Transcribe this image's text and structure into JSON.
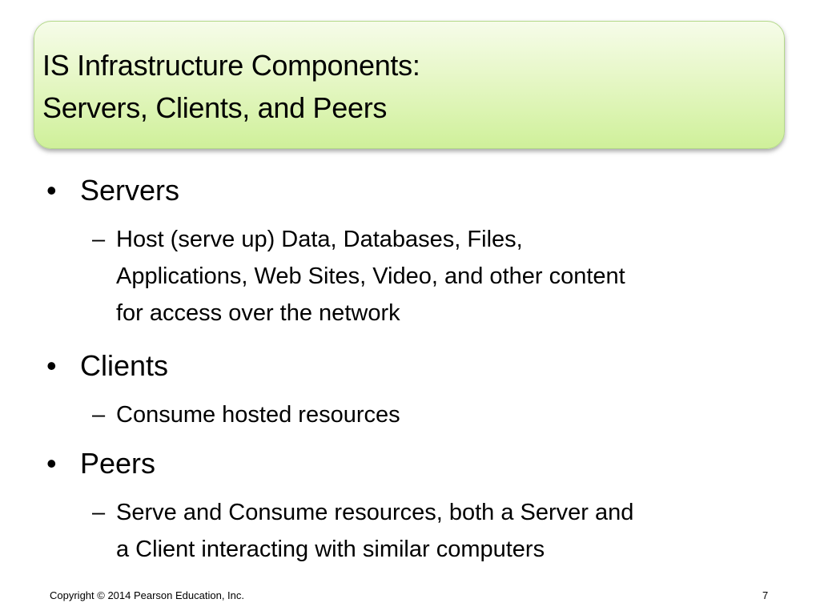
{
  "slide": {
    "title_lines": [
      "IS Infrastructure Components:",
      "Servers, Clients, and Peers"
    ],
    "bullets": [
      {
        "label": "Servers",
        "sub": {
          "lines": [
            "Host (serve up) Data, Databases, Files,",
            "Applications, Web Sites, Video, and other content",
            "for access over the network"
          ]
        }
      },
      {
        "label": "Clients",
        "sub": {
          "lines": [
            "Consume hosted resources"
          ]
        }
      },
      {
        "label": "Peers",
        "sub": {
          "lines": [
            "Serve and Consume resources, both a Server and",
            "a Client interacting with similar computers"
          ]
        }
      }
    ],
    "bullet_glyph": "•",
    "dash_glyph": "–",
    "footer": {
      "copyright": "Copyright © 2014 Pearson Education, Inc.",
      "page_number": "7"
    },
    "colors": {
      "title_gradient_top": "#f6fce9",
      "title_gradient_bottom": "#cff09a",
      "title_border": "#b4d98a",
      "text": "#000000"
    }
  }
}
